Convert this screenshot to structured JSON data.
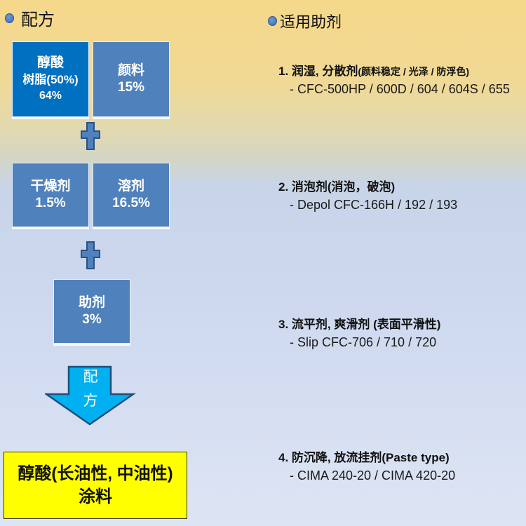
{
  "left_section": {
    "heading": "配方",
    "ingredients": [
      {
        "name": "醇酸",
        "name2": "树脂(50%)",
        "percent": "64%",
        "color": "#0070c0"
      },
      {
        "name": "颜料",
        "percent": "15%",
        "color": "#4f81bd"
      },
      {
        "name": "干燥剂",
        "percent": "1.5%",
        "color": "#4f81bd"
      },
      {
        "name": "溶剂",
        "percent": "16.5%",
        "color": "#4f81bd"
      },
      {
        "name": "助剂",
        "percent": "3%",
        "color": "#4f81bd"
      }
    ],
    "plus_icons": [
      "plus-icon",
      "plus-icon"
    ],
    "arrow": {
      "icon": "down-arrow-icon",
      "text_line1": "配",
      "text_line2": "方",
      "color": "#00b0f0"
    },
    "result": {
      "line1": "醇酸(长油性, 中油性)",
      "line2": "涂料",
      "color": "#ffff00"
    }
  },
  "right_section": {
    "heading": "适用助剂",
    "items": [
      {
        "title": "1. 润湿, 分散剂",
        "subtitle": "(颜料稳定 / 光泽 / 防浮色)",
        "products": "- CFC-500HP / 600D / 604 / 604S / 655"
      },
      {
        "title": "2. 消泡剂(消泡，破泡)",
        "subtitle": "",
        "products": "- Depol CFC-166H / 192 / 193"
      },
      {
        "title": "3. 流平剂, 爽滑剂 (表面平滑性)",
        "subtitle": "",
        "products": "- Slip CFC-706 / 710 / 720"
      },
      {
        "title": "4. 防沉降, 放流挂剂(Paste type)",
        "subtitle": "",
        "products": "- CIMA 240-20 / CIMA 420-20"
      }
    ]
  },
  "colors": {
    "bullet": "#4a76bb",
    "box_dark": "#0070c0",
    "box": "#4f81bd",
    "arrow": "#00b0f0",
    "result_box": "#ffff00"
  }
}
